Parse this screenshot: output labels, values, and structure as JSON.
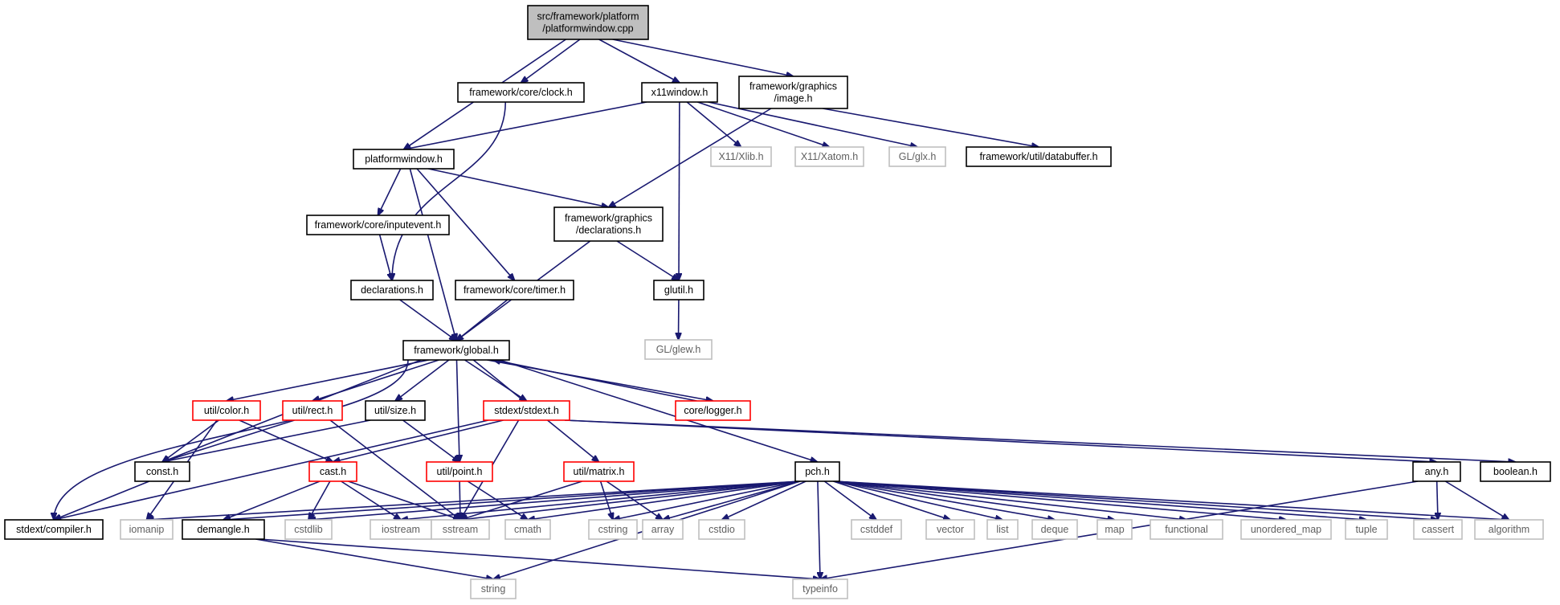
{
  "diagram": {
    "root": "n0",
    "nodes": [
      {
        "id": "n0",
        "lines": [
          "src/framework/platform",
          "/platformwindow.cpp"
        ],
        "style": "root"
      },
      {
        "id": "n1",
        "lines": [
          "framework/core/clock.h"
        ],
        "style": "normal"
      },
      {
        "id": "n2",
        "lines": [
          "x11window.h"
        ],
        "style": "normal"
      },
      {
        "id": "n3",
        "lines": [
          "framework/graphics",
          "/image.h"
        ],
        "style": "normal"
      },
      {
        "id": "n4",
        "lines": [
          "platformwindow.h"
        ],
        "style": "normal"
      },
      {
        "id": "n5",
        "lines": [
          "X11/Xlib.h"
        ],
        "style": "gray"
      },
      {
        "id": "n6",
        "lines": [
          "X11/Xatom.h"
        ],
        "style": "gray"
      },
      {
        "id": "n7",
        "lines": [
          "GL/glx.h"
        ],
        "style": "gray"
      },
      {
        "id": "n8",
        "lines": [
          "framework/util/databuffer.h"
        ],
        "style": "normal"
      },
      {
        "id": "n9",
        "lines": [
          "framework/core/inputevent.h"
        ],
        "style": "normal"
      },
      {
        "id": "n10",
        "lines": [
          "framework/graphics",
          "/declarations.h"
        ],
        "style": "normal"
      },
      {
        "id": "n11",
        "lines": [
          "declarations.h"
        ],
        "style": "normal"
      },
      {
        "id": "n12",
        "lines": [
          "framework/core/timer.h"
        ],
        "style": "normal"
      },
      {
        "id": "n13",
        "lines": [
          "glutil.h"
        ],
        "style": "normal"
      },
      {
        "id": "n14",
        "lines": [
          "GL/glew.h"
        ],
        "style": "gray"
      },
      {
        "id": "n15",
        "lines": [
          "framework/global.h"
        ],
        "style": "normal"
      },
      {
        "id": "n16",
        "lines": [
          "util/color.h"
        ],
        "style": "red"
      },
      {
        "id": "n17",
        "lines": [
          "util/rect.h"
        ],
        "style": "red"
      },
      {
        "id": "n18",
        "lines": [
          "util/size.h"
        ],
        "style": "normal"
      },
      {
        "id": "n19",
        "lines": [
          "stdext/stdext.h"
        ],
        "style": "red"
      },
      {
        "id": "n20",
        "lines": [
          "core/logger.h"
        ],
        "style": "red"
      },
      {
        "id": "n21",
        "lines": [
          "const.h"
        ],
        "style": "normal"
      },
      {
        "id": "n22",
        "lines": [
          "cast.h"
        ],
        "style": "red"
      },
      {
        "id": "n23",
        "lines": [
          "util/point.h"
        ],
        "style": "red"
      },
      {
        "id": "n24",
        "lines": [
          "util/matrix.h"
        ],
        "style": "red"
      },
      {
        "id": "n25",
        "lines": [
          "pch.h"
        ],
        "style": "normal"
      },
      {
        "id": "n26",
        "lines": [
          "any.h"
        ],
        "style": "normal"
      },
      {
        "id": "n27",
        "lines": [
          "boolean.h"
        ],
        "style": "normal"
      },
      {
        "id": "n28",
        "lines": [
          "stdext/compiler.h"
        ],
        "style": "normal"
      },
      {
        "id": "n29",
        "lines": [
          "iomanip"
        ],
        "style": "gray"
      },
      {
        "id": "n30",
        "lines": [
          "demangle.h"
        ],
        "style": "normal"
      },
      {
        "id": "n31",
        "lines": [
          "cstdlib"
        ],
        "style": "gray"
      },
      {
        "id": "n32",
        "lines": [
          "iostream"
        ],
        "style": "gray"
      },
      {
        "id": "n33",
        "lines": [
          "sstream"
        ],
        "style": "gray"
      },
      {
        "id": "n34",
        "lines": [
          "cmath"
        ],
        "style": "gray"
      },
      {
        "id": "n35",
        "lines": [
          "cstring"
        ],
        "style": "gray"
      },
      {
        "id": "n36",
        "lines": [
          "array"
        ],
        "style": "gray"
      },
      {
        "id": "n37",
        "lines": [
          "cstdio"
        ],
        "style": "gray"
      },
      {
        "id": "n38",
        "lines": [
          "cstddef"
        ],
        "style": "gray"
      },
      {
        "id": "n39",
        "lines": [
          "vector"
        ],
        "style": "gray"
      },
      {
        "id": "n40",
        "lines": [
          "list"
        ],
        "style": "gray"
      },
      {
        "id": "n41",
        "lines": [
          "deque"
        ],
        "style": "gray"
      },
      {
        "id": "n42",
        "lines": [
          "map"
        ],
        "style": "gray"
      },
      {
        "id": "n43",
        "lines": [
          "functional"
        ],
        "style": "gray"
      },
      {
        "id": "n44",
        "lines": [
          "unordered_map"
        ],
        "style": "gray"
      },
      {
        "id": "n45",
        "lines": [
          "tuple"
        ],
        "style": "gray"
      },
      {
        "id": "n46",
        "lines": [
          "cassert"
        ],
        "style": "gray"
      },
      {
        "id": "n47",
        "lines": [
          "algorithm"
        ],
        "style": "gray"
      },
      {
        "id": "n48",
        "lines": [
          "string"
        ],
        "style": "gray"
      },
      {
        "id": "n49",
        "lines": [
          "typeinfo"
        ],
        "style": "gray"
      }
    ],
    "edges": [
      [
        "n0",
        "n1"
      ],
      [
        "n0",
        "n2"
      ],
      [
        "n0",
        "n3"
      ],
      [
        "n0",
        "n4"
      ],
      [
        "n2",
        "n4"
      ],
      [
        "n2",
        "n5"
      ],
      [
        "n2",
        "n6"
      ],
      [
        "n2",
        "n7"
      ],
      [
        "n2",
        "n13"
      ],
      [
        "n3",
        "n8"
      ],
      [
        "n3",
        "n10"
      ],
      [
        "n1",
        "n11"
      ],
      [
        "n4",
        "n9"
      ],
      [
        "n4",
        "n10"
      ],
      [
        "n4",
        "n12"
      ],
      [
        "n4",
        "n15"
      ],
      [
        "n9",
        "n11"
      ],
      [
        "n10",
        "n13"
      ],
      [
        "n10",
        "n15"
      ],
      [
        "n11",
        "n15"
      ],
      [
        "n12",
        "n15"
      ],
      [
        "n13",
        "n14"
      ],
      [
        "n15",
        "n16"
      ],
      [
        "n15",
        "n17"
      ],
      [
        "n15",
        "n18"
      ],
      [
        "n15",
        "n19"
      ],
      [
        "n15",
        "n20"
      ],
      [
        "n15",
        "n21"
      ],
      [
        "n15",
        "n23"
      ],
      [
        "n15",
        "n24"
      ],
      [
        "n15",
        "n25"
      ],
      [
        "n15",
        "n28"
      ],
      [
        "n20",
        "n15"
      ],
      [
        "n16",
        "n21"
      ],
      [
        "n16",
        "n22"
      ],
      [
        "n16",
        "n29"
      ],
      [
        "n17",
        "n21"
      ],
      [
        "n17",
        "n33"
      ],
      [
        "n18",
        "n21"
      ],
      [
        "n18",
        "n23"
      ],
      [
        "n19",
        "n22"
      ],
      [
        "n19",
        "n26"
      ],
      [
        "n19",
        "n27"
      ],
      [
        "n19",
        "n28"
      ],
      [
        "n19",
        "n33"
      ],
      [
        "n21",
        "n28"
      ],
      [
        "n22",
        "n30"
      ],
      [
        "n22",
        "n31"
      ],
      [
        "n22",
        "n32"
      ],
      [
        "n22",
        "n33"
      ],
      [
        "n23",
        "n33"
      ],
      [
        "n23",
        "n34"
      ],
      [
        "n24",
        "n33"
      ],
      [
        "n24",
        "n35"
      ],
      [
        "n24",
        "n36"
      ],
      [
        "n25",
        "n29"
      ],
      [
        "n25",
        "n30"
      ],
      [
        "n25",
        "n31"
      ],
      [
        "n25",
        "n32"
      ],
      [
        "n25",
        "n33"
      ],
      [
        "n25",
        "n34"
      ],
      [
        "n25",
        "n35"
      ],
      [
        "n25",
        "n36"
      ],
      [
        "n25",
        "n37"
      ],
      [
        "n25",
        "n38"
      ],
      [
        "n25",
        "n39"
      ],
      [
        "n25",
        "n40"
      ],
      [
        "n25",
        "n41"
      ],
      [
        "n25",
        "n42"
      ],
      [
        "n25",
        "n43"
      ],
      [
        "n25",
        "n44"
      ],
      [
        "n25",
        "n45"
      ],
      [
        "n25",
        "n46"
      ],
      [
        "n25",
        "n47"
      ],
      [
        "n25",
        "n48"
      ],
      [
        "n25",
        "n49"
      ],
      [
        "n26",
        "n46"
      ],
      [
        "n26",
        "n47"
      ],
      [
        "n26",
        "n49"
      ],
      [
        "n30",
        "n48"
      ],
      [
        "n30",
        "n49"
      ]
    ]
  }
}
